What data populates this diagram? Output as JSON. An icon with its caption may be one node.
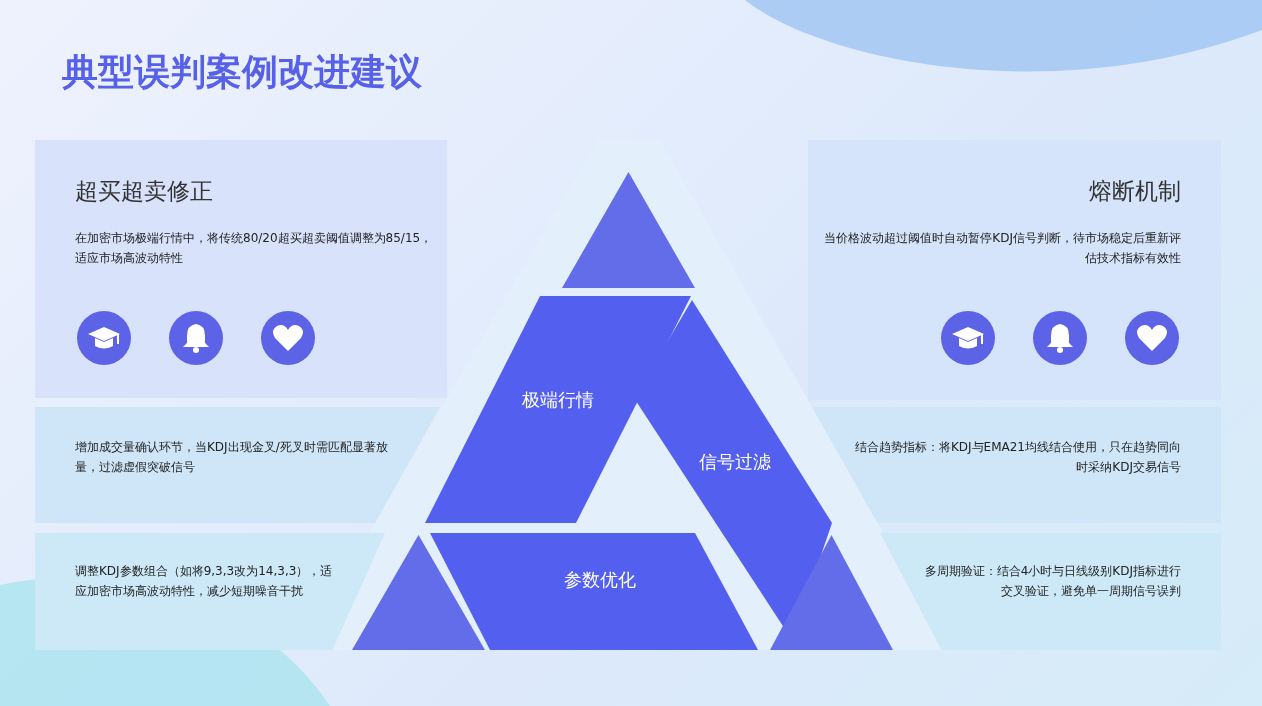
{
  "diagram": {
    "title": "典型误判案例改进建议",
    "nodes": [
      {
        "text": [
          "超买超卖修正",
          "在加密市场极端行情中，将传统80/20超买超卖阈值调整为85/15，适应市场高波动特性"
        ]
      },
      {
        "text": [
          "熔断机制",
          "当价格波动超过阈值时自动暂停KDJ信号判断，待市场稳定后重新评估技术指标有效性"
        ]
      },
      {
        "text": [
          "增加成交量确认环节，当KDJ出现金叉/死叉时需匹配显著放量，过滤虚假突破信号"
        ]
      },
      {
        "text": [
          "结合趋势指标：将KDJ与EMA21均线结合使用，只在趋势同向时采纳KDJ交易信号"
        ]
      },
      {
        "text": [
          "调整KDJ参数组合（如将9,3,3改为14,3,3），适应加密市场高波动特性，减少短期噪音干扰"
        ]
      },
      {
        "text": [
          "多周期验证：结合4小时与日线级别KDJ指标进行交叉验证，避免单一周期信号误判"
        ]
      },
      {
        "text": [],
        "shape": "triangle"
      },
      {
        "text": [
          "极端行情"
        ]
      },
      {
        "text": [
          "信号过滤"
        ]
      },
      {
        "text": [
          "参数优化"
        ]
      },
      {
        "text": [],
        "shape": "triangle"
      },
      {
        "text": [],
        "shape": "triangle"
      }
    ],
    "edges": []
  }
}
